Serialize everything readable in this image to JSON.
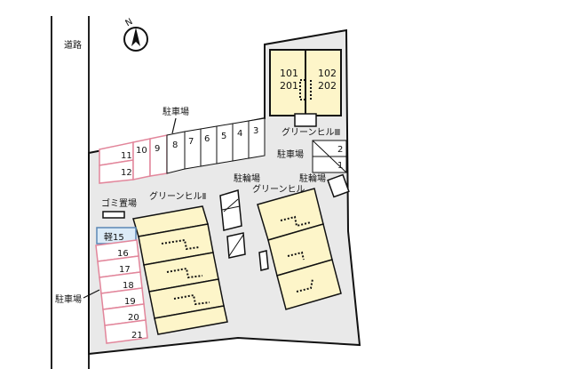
{
  "road_label": "道路",
  "north_label": "N",
  "lot_label": "駐車場",
  "building_labels": {
    "main_left": "グリーンヒルⅡ",
    "main_right": "グリーンヒル",
    "top": "グリーンヒルⅢ"
  },
  "facility_labels": {
    "bike_center": "駐輪場",
    "bike_right": "駐輪場",
    "garbage": "ゴミ置場",
    "parking_side": "駐車場",
    "parking_mid": "駐車場"
  },
  "units": {
    "top_left": [
      "101",
      "201"
    ],
    "top_right": [
      "102",
      "202"
    ]
  },
  "parking_top_row": [
    "10",
    "9",
    "8",
    "7",
    "6",
    "5",
    "4",
    "3"
  ],
  "parking_top_left": [
    "11",
    "12"
  ],
  "parking_left_col": [
    "16",
    "17",
    "18",
    "19",
    "20",
    "21"
  ],
  "parking_kei": "軽15",
  "parking_right": [
    "2",
    "1"
  ],
  "colors": {
    "building": "#fdf5c9",
    "lot": "#e9e9e9",
    "pink": "#e2869b",
    "kei_fill": "#dcebf7",
    "kei_stroke": "#5b87b5"
  }
}
